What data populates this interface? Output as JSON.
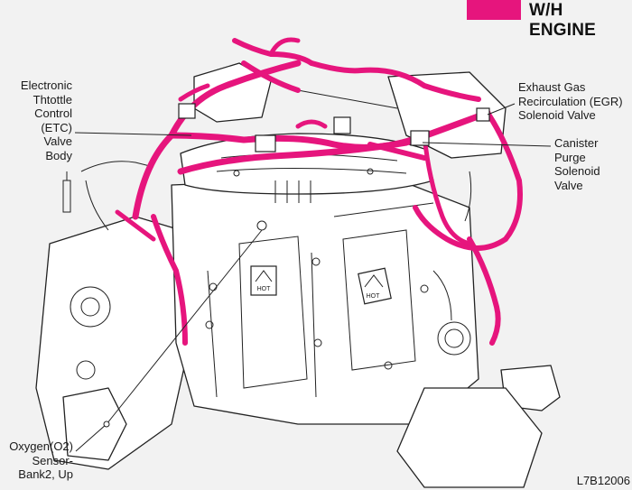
{
  "header": {
    "title": "W/H ENGINE",
    "accent_color": "#e6157d"
  },
  "callouts": {
    "etc": [
      "Electronic",
      "Thtottle",
      "Control",
      "(ETC)",
      "Valve",
      "Body"
    ],
    "egr": [
      "Exhaust Gas",
      "Recirculation (EGR)",
      "Solenoid Valve"
    ],
    "canister": [
      "Canister",
      "Purge",
      "Solenoid",
      "Valve"
    ],
    "o2": [
      "Oxygen(O2)",
      "Sensor-",
      "Bank2, Up"
    ]
  },
  "figure_code": "L7B12006",
  "engine": {
    "cover_label_left": "HOT",
    "cover_label_right": "HOT",
    "harness_color": "#e6157d"
  }
}
